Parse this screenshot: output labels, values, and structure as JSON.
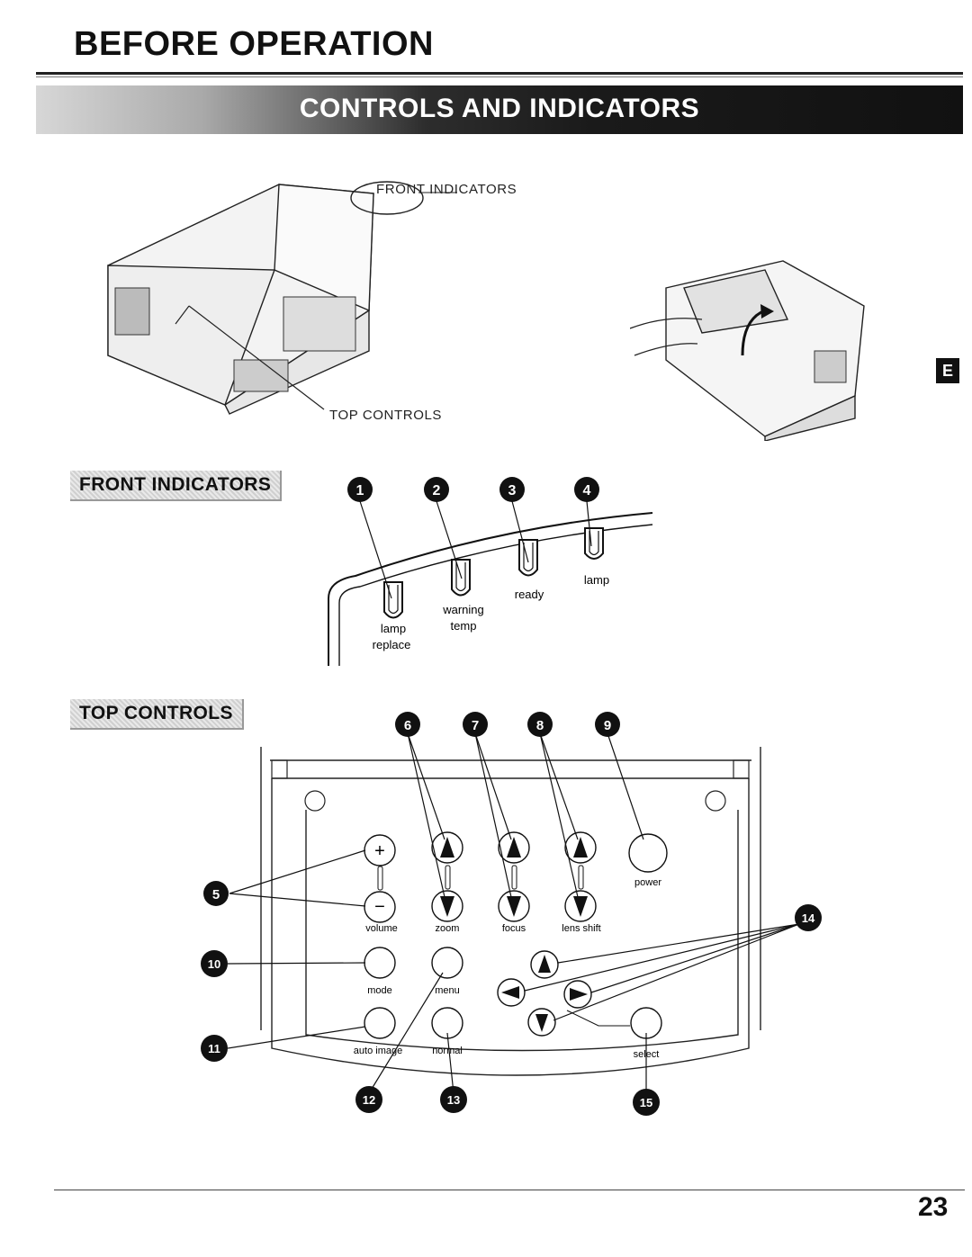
{
  "section_title": "BEFORE OPERATION",
  "banner_title": "CONTROLS AND  INDICATORS",
  "side_tab": "E",
  "page_number": "23",
  "overview": {
    "front_indicators_label": "FRONT INDICATORS",
    "top_controls_label": "TOP CONTROLS"
  },
  "front_indicators": {
    "heading": "FRONT INDICATORS",
    "badges": [
      "1",
      "2",
      "3",
      "4"
    ],
    "lights": [
      {
        "line1": "lamp",
        "line2": "replace"
      },
      {
        "line1": "warning",
        "line2": "temp"
      },
      {
        "line1": "ready",
        "line2": ""
      },
      {
        "line1": "lamp",
        "line2": ""
      }
    ]
  },
  "top_controls": {
    "heading": "TOP CONTROLS",
    "badges": [
      "5",
      "6",
      "7",
      "8",
      "9",
      "10",
      "11",
      "12",
      "13",
      "14",
      "15"
    ],
    "button_labels": {
      "volume": "volume",
      "zoom": "zoom",
      "focus": "focus",
      "lens_shift": "lens shift",
      "power": "power",
      "mode": "mode",
      "menu": "menu",
      "auto_image": "auto image",
      "normal": "normal",
      "select": "select"
    }
  }
}
